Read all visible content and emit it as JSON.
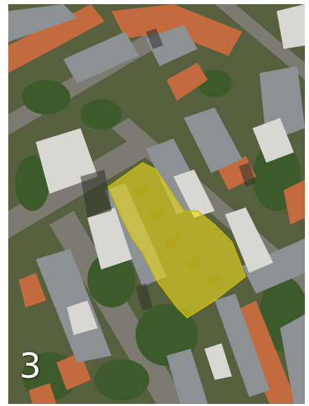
{
  "figure": {
    "panel_number": "3"
  },
  "colors": {
    "highlight": "#e8d71c",
    "highlight_outline": "#c9b800",
    "roof_terracotta": "#c86a3f",
    "roof_grey": "#8d9296",
    "roof_white": "#d9d8d2",
    "vegetation": "#3f5a2c",
    "street": "#7a7770"
  },
  "map": {
    "type": "aerial-satellite-photo",
    "highlighted_area": "yellow-translucent-city-block"
  }
}
